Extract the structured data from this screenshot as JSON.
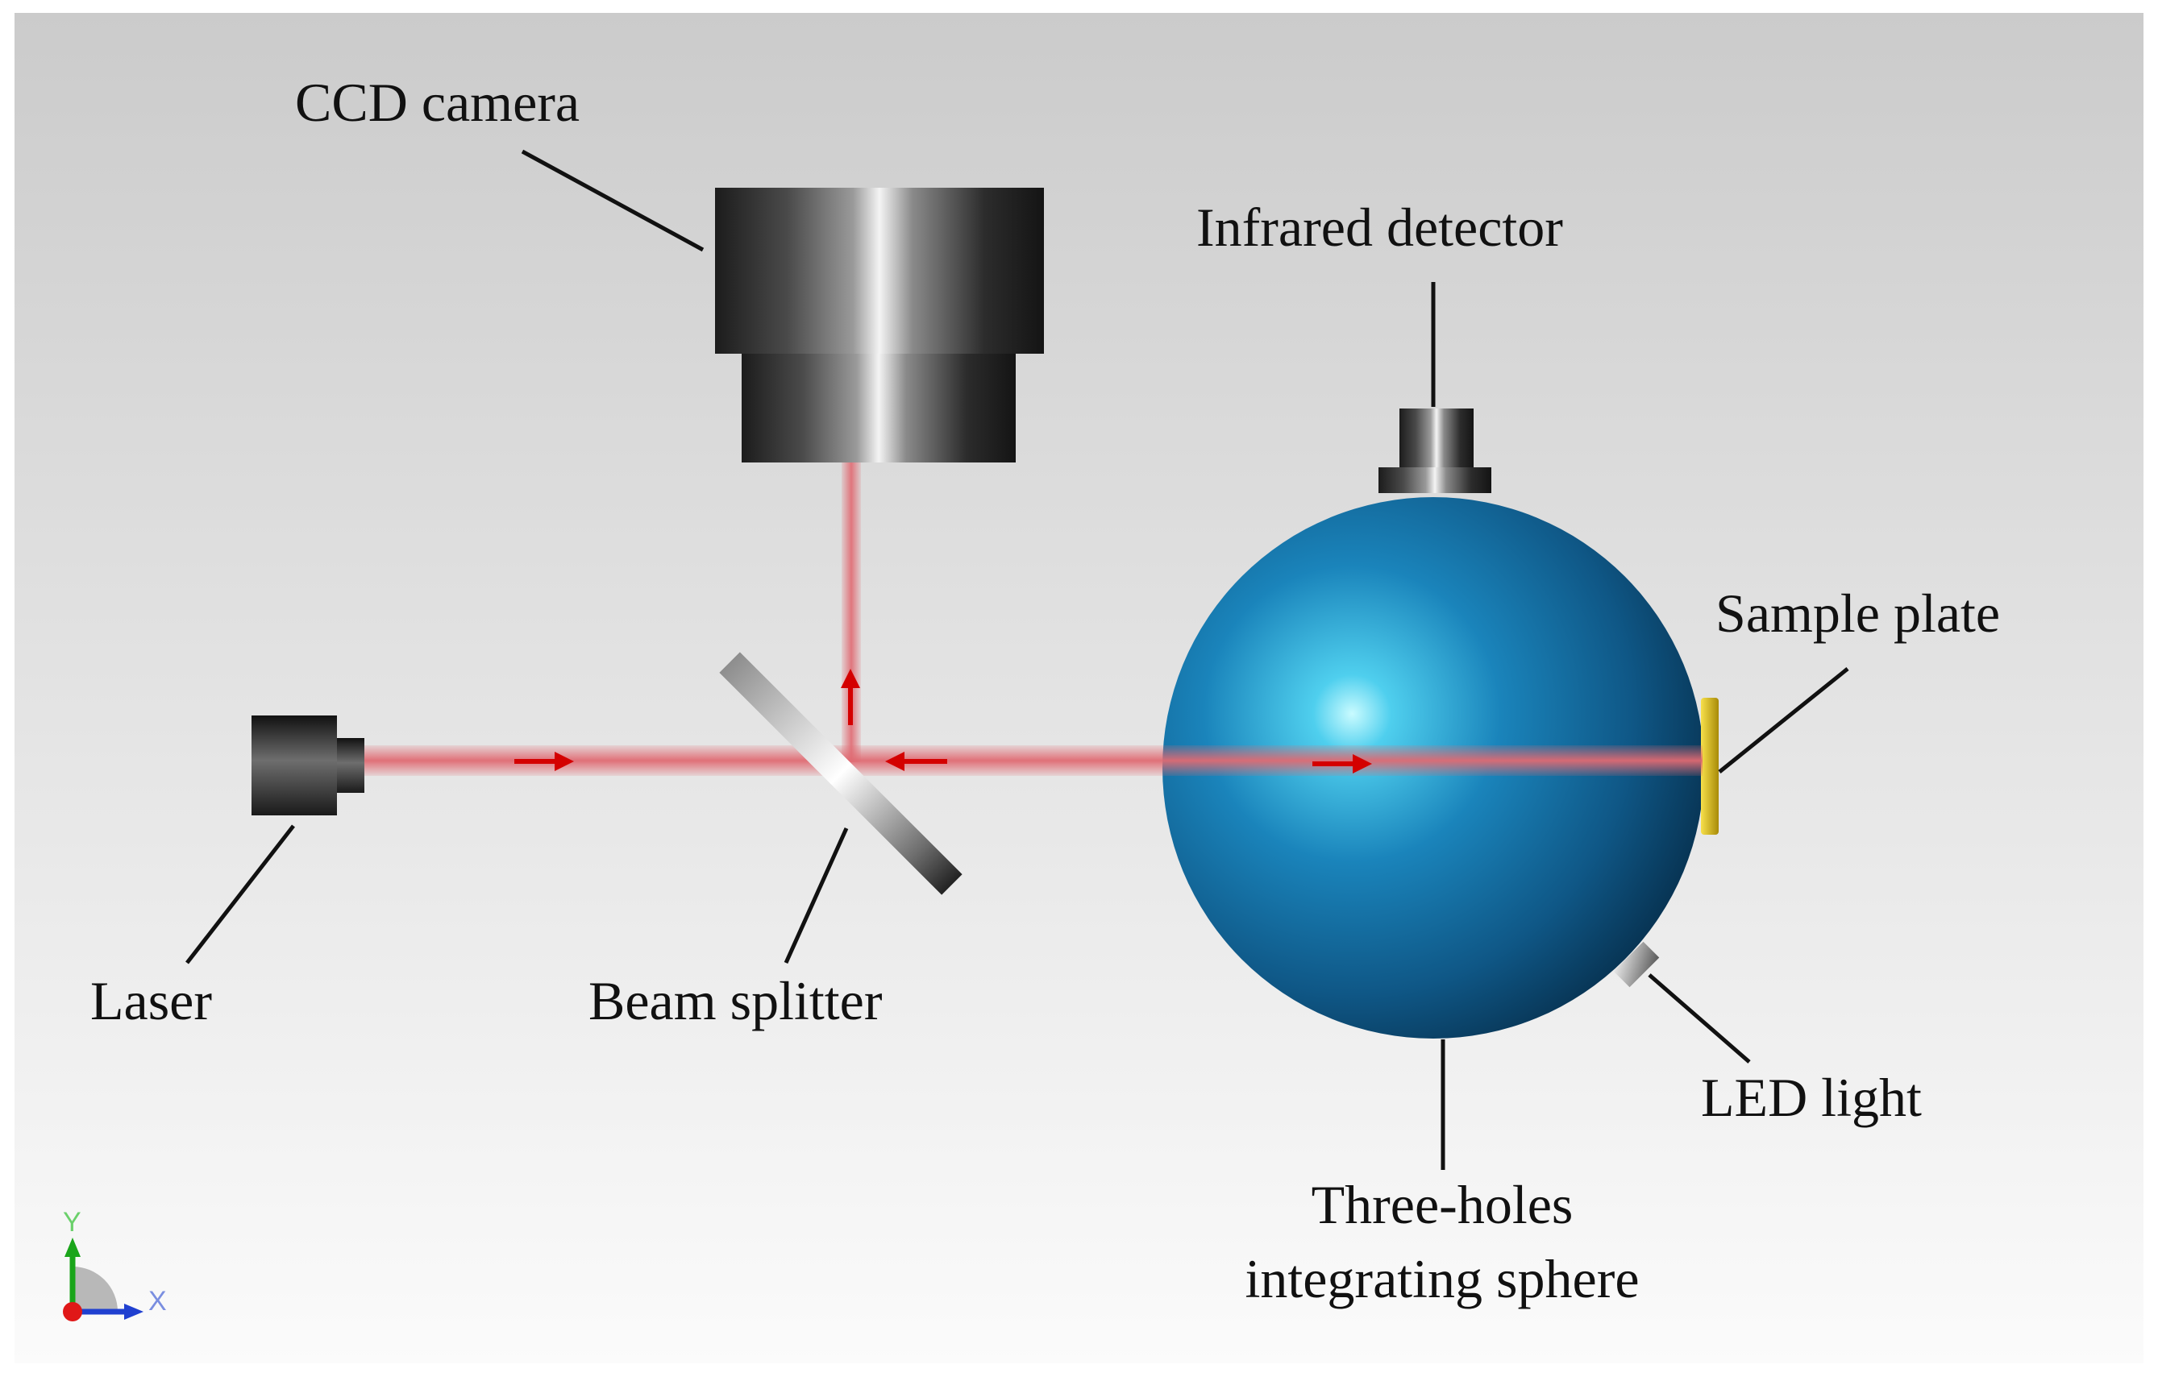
{
  "labels": {
    "ccd_camera": "CCD camera",
    "infrared_detector": "Infrared detector",
    "sample_plate": "Sample plate",
    "laser": "Laser",
    "beam_splitter": "Beam splitter",
    "led_light": "LED light",
    "sphere_line1": "Three-holes",
    "sphere_line2": "integrating sphere"
  },
  "axis_triad": {
    "y_label": "Y",
    "x_label": "X"
  },
  "colors": {
    "beam": "#e06a72",
    "arrow": "#d40000",
    "sphere": "#1a74a8",
    "sample_plate": "#e0c21a"
  }
}
